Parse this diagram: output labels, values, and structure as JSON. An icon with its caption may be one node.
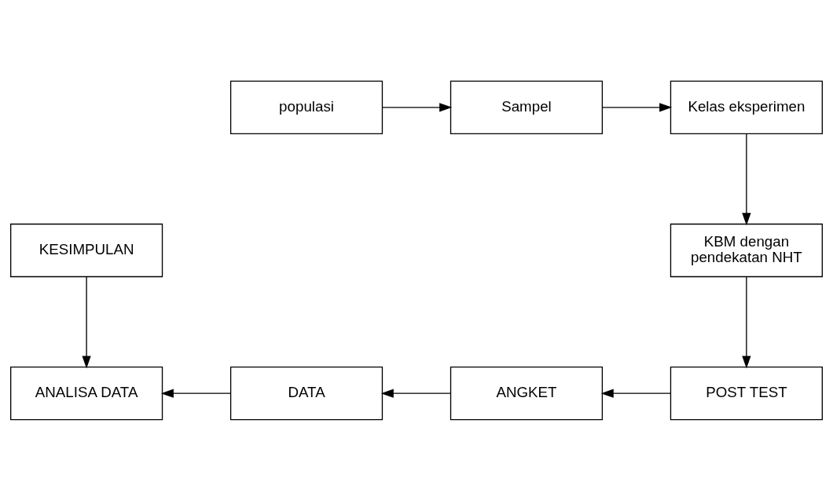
{
  "diagram": {
    "nodes": [
      {
        "text": [
          "populasi"
        ]
      },
      {
        "text": [
          "Sampel"
        ]
      },
      {
        "text": [
          "Kelas eksperimen"
        ]
      },
      {
        "text": [
          "KESIMPULAN"
        ]
      },
      {
        "text": [
          "KBM dengan pendekatan NHT"
        ]
      },
      {
        "text": [
          "ANALISA DATA"
        ]
      },
      {
        "text": [
          "DATA"
        ]
      },
      {
        "text": [
          "ANGKET"
        ]
      },
      {
        "text": [
          "POST TEST"
        ]
      }
    ],
    "edges": [
      {
        "from": 0,
        "to": 1,
        "arrow": "to"
      },
      {
        "from": 1,
        "to": 2,
        "arrow": "to"
      },
      {
        "from": 2,
        "to": 4,
        "arrow": "to"
      },
      {
        "from": 4,
        "to": 8,
        "arrow": "to"
      },
      {
        "from": 8,
        "to": 7,
        "arrow": "to"
      },
      {
        "from": 7,
        "to": 6,
        "arrow": "to"
      },
      {
        "from": 6,
        "to": 5,
        "arrow": "to"
      },
      {
        "from": 3,
        "to": 5,
        "arrow": "to"
      }
    ]
  }
}
